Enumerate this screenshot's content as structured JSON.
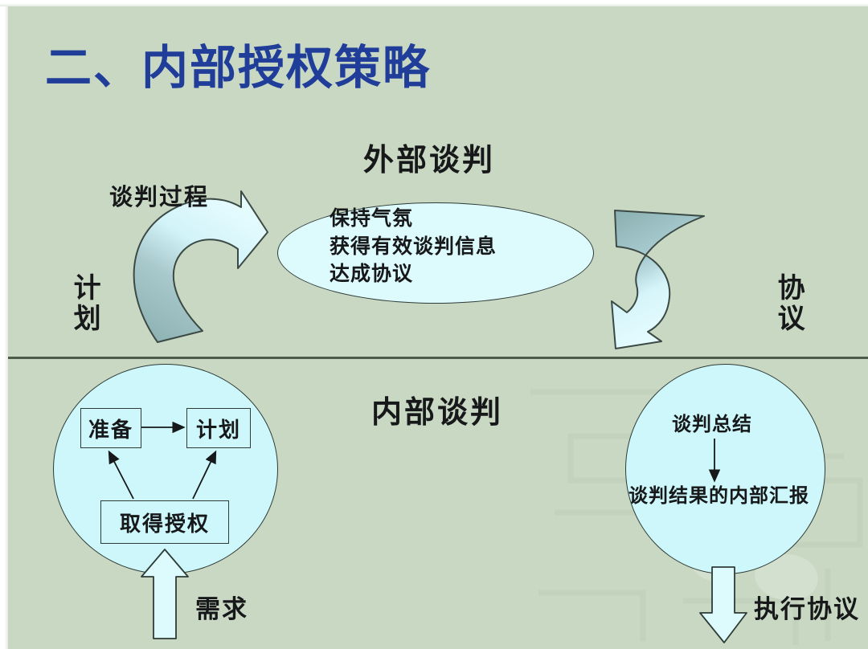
{
  "slide": {
    "title": "二、内部授权策略",
    "background_color": "#c9d8c3",
    "title_color": "#1f3d99",
    "shape_fill": "#cdf7fb",
    "shape_stroke": "#2e3b36",
    "divider_color": "#4b5c4b"
  },
  "upper_section": {
    "heading": "外部谈判",
    "left_label": "谈判过程",
    "left_vertical_label": "计划",
    "right_vertical_label": "协议",
    "ellipse_lines": [
      "保持气氛",
      "获得有效谈判信息",
      "达成协议"
    ],
    "left_arrow": {
      "name": "curved-arrow-up-right",
      "gradient_from": "#8fb4b4",
      "gradient_to": "#ddfafd"
    },
    "right_arrow": {
      "name": "curved-arrow-down-left",
      "gradient_from": "#8fb4b4",
      "gradient_to": "#ddfafd"
    }
  },
  "lower_section": {
    "heading": "内部谈判",
    "left_circle": {
      "boxes": [
        {
          "id": "prepare",
          "label": "准备"
        },
        {
          "id": "plan",
          "label": "计划"
        },
        {
          "id": "authorization",
          "label": "取得授权"
        }
      ],
      "input_arrow_label": "需求"
    },
    "right_circle": {
      "top_text": "谈判总结",
      "bottom_text": "谈判结果的内部汇报",
      "output_arrow_label": "执行协议"
    }
  }
}
